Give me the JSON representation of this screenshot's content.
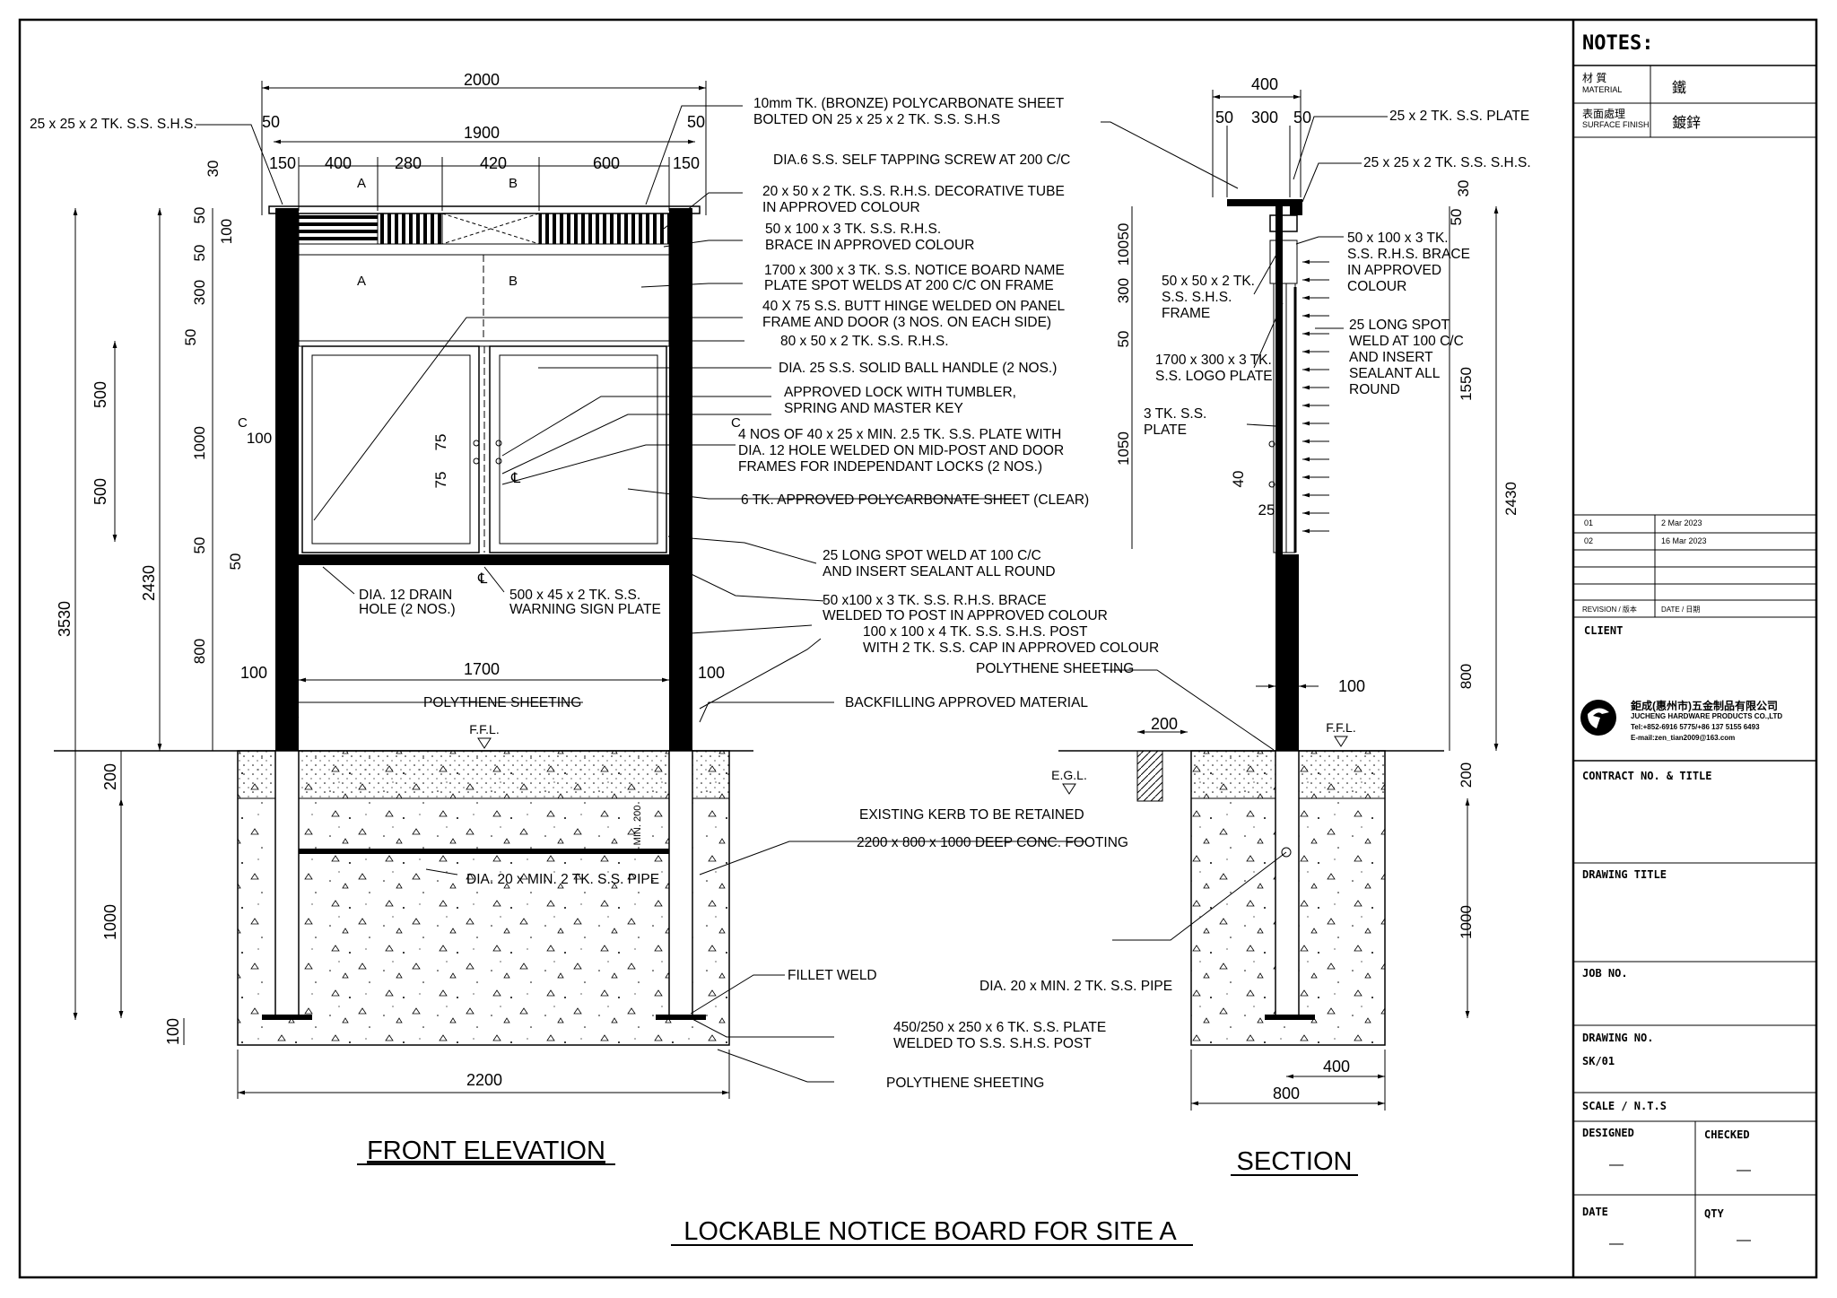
{
  "sheet": {
    "main_title": "LOCKABLE NOTICE BOARD FOR SITE A",
    "front_title": "FRONT ELEVATION",
    "section_title": "SECTION"
  },
  "title_block": {
    "notes_label": "NOTES:",
    "material_cn": "材 質",
    "material_en": "MATERIAL",
    "material_value": "鐵",
    "finish_cn": "表面處理",
    "finish_en": "SURFACE FINISH",
    "finish_value": "鍍鋅",
    "revisions": [
      {
        "no": "01",
        "date": "2 Mar 2023"
      },
      {
        "no": "02",
        "date": "16 Mar 2023"
      }
    ],
    "revision_header": "REVISION / 版本",
    "date_header": "DATE / 日期",
    "client_label": "CLIENT",
    "company_cn": "鉅成(惠州市)五金制品有限公司",
    "company_en": "JUCHENG HARDWARE PRODUCTS CO.,LTD",
    "company_tel": "Tel:+852-6916 5775/+86 137 5155 6493",
    "company_email": "E-mail:zen_tian2009@163.com",
    "contract_label": "CONTRACT NO. & TITLE",
    "drawing_title_label": "DRAWING TITLE",
    "job_label": "JOB NO.",
    "drawing_no_label": "DRAWING NO.",
    "drawing_no_value": "SK/01",
    "scale_label": "SCALE / N.T.S",
    "designed_label": "DESIGNED",
    "checked_label": "CHECKED",
    "date_label": "DATE",
    "qty_label": "QTY",
    "blank_mark": "—"
  },
  "front_dims": {
    "overall_width": "2000",
    "inner_width": "1900",
    "side_50": "50",
    "top_segments": [
      "150",
      "400",
      "280",
      "420",
      "600",
      "150"
    ],
    "door_width": "1700",
    "post_100": "100",
    "footing_width": "2200",
    "left_3530": "3530",
    "left_2430": "2430",
    "left_500": "500",
    "left_1000": "1000",
    "left_200": "200",
    "left_100": "100",
    "v30": "30",
    "v50": "50",
    "v100": "100",
    "v300": "300",
    "v1000": "1000",
    "v800": "800",
    "v75": "75",
    "min200": "MIN. 200",
    "sec_a": "A",
    "sec_b": "B",
    "sec_c": "C",
    "cl": "℄"
  },
  "section_dims": {
    "width_400": "400",
    "w50": "50",
    "w300": "300",
    "d30": "30",
    "d50": "50",
    "d100": "100",
    "d300": "300",
    "d1050": "1050",
    "d1550": "1550",
    "d2430": "2430",
    "d800": "800",
    "d200": "200",
    "d1000": "1000",
    "d40": "40",
    "d25": "25",
    "post_100": "100",
    "kerb_200": "200",
    "base_400": "400",
    "base_800": "800",
    "ffl": "F.F.L.",
    "egl": "E.G.L."
  },
  "callouts_front": {
    "shs_25": "25 x 25 x 2 TK. S.S. S.H.S.",
    "polycarb_1": "10mm  TK. (BRONZE) POLYCARBONATE SHEET",
    "polycarb_2": "BOLTED ON 25 x 25 x 2 TK. S.S. S.H.S",
    "screw": "DIA.6 S.S. SELF TAPPING SCREW AT 200 C/C",
    "deco_1": "20 x 50 x 2 TK. S.S. R.H.S. DECORATIVE TUBE",
    "deco_2": "IN APPROVED COLOUR",
    "brace_1": "50 x 100 x 3 TK. S.S. R.H.S.",
    "brace_2": "BRACE IN APPROVED COLOUR",
    "name_1": "1700 x 300 x 3  TK. S.S. NOTICE BOARD NAME",
    "name_2": "PLATE SPOT WELDS AT 200 C/C ON FRAME",
    "hinge_1": "40 X 75 S.S. BUTT HINGE WELDED ON PANEL",
    "hinge_2": "FRAME AND DOOR (3 NOS. ON EACH SIDE)",
    "rhs80": "80 x 50 x 2 TK. S.S. R.H.S.",
    "handle": "DIA. 25 S.S. SOLID BALL HANDLE (2 NOS.)",
    "lock_1": "APPROVED LOCK WITH TUMBLER,",
    "lock_2": "SPRING AND MASTER KEY",
    "plate_1": "4 NOS OF 40 x 25 x MIN. 2.5 TK. S.S. PLATE WITH",
    "plate_2": "DIA. 12 HOLE WELDED ON MID-POST AND DOOR",
    "plate_3": "FRAMES FOR INDEPENDANT LOCKS (2 NOS.)",
    "clear": "6 TK. APPROVED POLYCARBONATE SHEET (CLEAR)",
    "spot_1": "25 LONG SPOT WELD AT 100 C/C",
    "spot_2": "AND INSERT SEALANT ALL ROUND",
    "drain_1": "DIA. 12 DRAIN",
    "drain_2": "HOLE (2 NOS.)",
    "warn_1": "500 x 45 x 2 TK. S.S.",
    "warn_2": "WARNING SIGN PLATE",
    "rhsbrace_1": "50 x100 x 3 TK. S.S. R.H.S. BRACE",
    "rhsbrace_2": "WELDED TO POST IN APPROVED COLOUR",
    "post_1": "100 x 100 x 4  TK. S.S. S.H.S. POST",
    "post_2": "WITH 2 TK. S.S. CAP IN APPROVED COLOUR",
    "poly_sheet": "POLYTHENE SHEETING",
    "backfill": "BACKFILLING APPROVED MATERIAL",
    "ffl": "F.F.L.",
    "kerb": "EXISTING KERB TO BE RETAINED",
    "footing": "2200 x 800 x 1000 DEEP CONC. FOOTING",
    "pipe": "DIA. 20 x MIN. 2 TK. S.S. PIPE",
    "fillet": "FILLET WELD",
    "base_1": "450/250 x 250 x 6 TK. S.S. PLATE",
    "base_2": "WELDED TO S.S. S.H.S. POST"
  },
  "callouts_section": {
    "plate25": "25 x 2 TK. S.S. PLATE",
    "shs25": "25 x 25 x 2 TK. S.S. S.H.S.",
    "brace_1": "50 x 100 x 3 TK.",
    "brace_2": "S.S. R.H.S. BRACE",
    "brace_3": "IN APPROVED",
    "brace_4": "COLOUR",
    "frame_1": "50 x 50 x 2 TK.",
    "frame_2": "S.S. S.H.S.",
    "frame_3": "FRAME",
    "spot_1": "25 LONG SPOT",
    "spot_2": "WELD AT 100 C/C",
    "spot_3": "AND INSERT",
    "spot_4": "SEALANT ALL",
    "spot_5": "ROUND",
    "logo_1": "1700 x 300 x 3 TK.",
    "logo_2": "S.S. LOGO PLATE",
    "ss3_1": "3 TK. S.S.",
    "ss3_2": "PLATE"
  }
}
